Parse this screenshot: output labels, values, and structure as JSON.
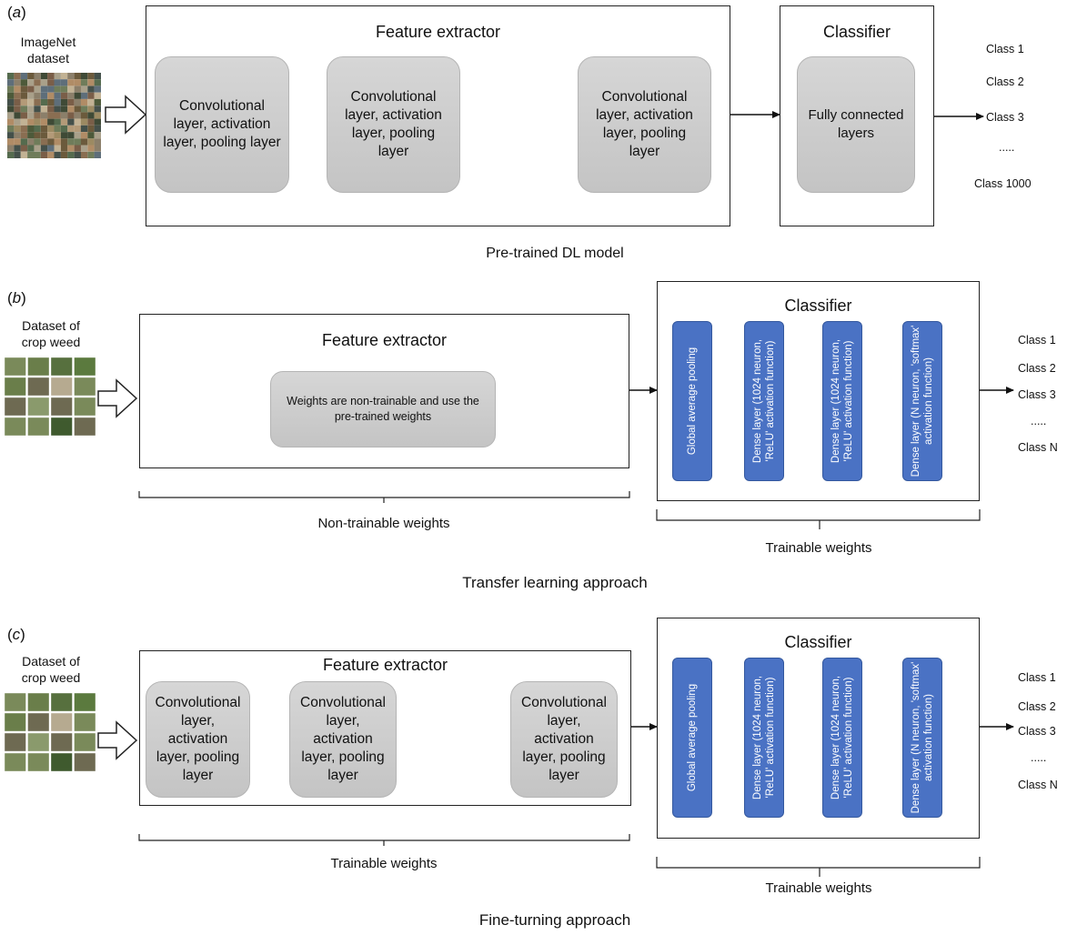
{
  "panel_a": {
    "label": "a",
    "dataset_label": "ImageNet dataset",
    "feature_extractor_title": "Feature extractor",
    "layer_boxes": [
      "Convolutional layer, activation layer, pooling layer",
      "Convolutional layer, activation layer, pooling layer",
      "Convolutional layer, activation layer, pooling layer"
    ],
    "classifier_title": "Classifier",
    "classifier_box": "Fully connected layers",
    "classes": [
      "Class 1",
      "Class 2",
      "Class 3",
      ".....",
      "Class 1000"
    ],
    "caption": "Pre-trained DL model"
  },
  "panel_b": {
    "label": "b",
    "dataset_label": "Dataset of crop weed",
    "feature_extractor_title": "Feature extractor",
    "frozen_box": "Weights are non-trainable and use the pre-trained weights",
    "classifier_title": "Classifier",
    "classifier_layers": [
      "Global average pooling",
      "Dense layer (1024 neuron, 'ReLU' activation function)",
      "Dense layer (1024 neuron, 'ReLU' activation function)",
      "Dense layer (N neuron, 'softmax' activation function)"
    ],
    "classes": [
      "Class 1",
      "Class 2",
      "Class 3",
      ".....",
      "Class N"
    ],
    "left_brace_label": "Non-trainable weights",
    "right_brace_label": "Trainable weights",
    "caption": "Transfer learning approach"
  },
  "panel_c": {
    "label": "c",
    "dataset_label": "Dataset of crop weed",
    "feature_extractor_title": "Feature extractor",
    "layer_boxes": [
      "Convolutional layer, activation layer, pooling layer",
      "Convolutional layer, activation layer, pooling layer",
      "Convolutional layer, activation layer, pooling layer"
    ],
    "classifier_title": "Classifier",
    "classifier_layers": [
      "Global average pooling",
      "Dense layer (1024 neuron, 'ReLU' activation function)",
      "Dense layer (1024 neuron, 'ReLU' activation function)",
      "Dense layer (N neuron, 'softmax' activation function)"
    ],
    "classes": [
      "Class 1",
      "Class 2",
      "Class 3",
      ".....",
      "Class N"
    ],
    "left_brace_label": "Trainable weights",
    "right_brace_label": "Trainable weights",
    "caption": "Fine-turning approach"
  },
  "colors": {
    "layer_box_fill": "#c8c8c8",
    "dense_layer_fill": "#4a72c4",
    "outline": "#222222"
  }
}
